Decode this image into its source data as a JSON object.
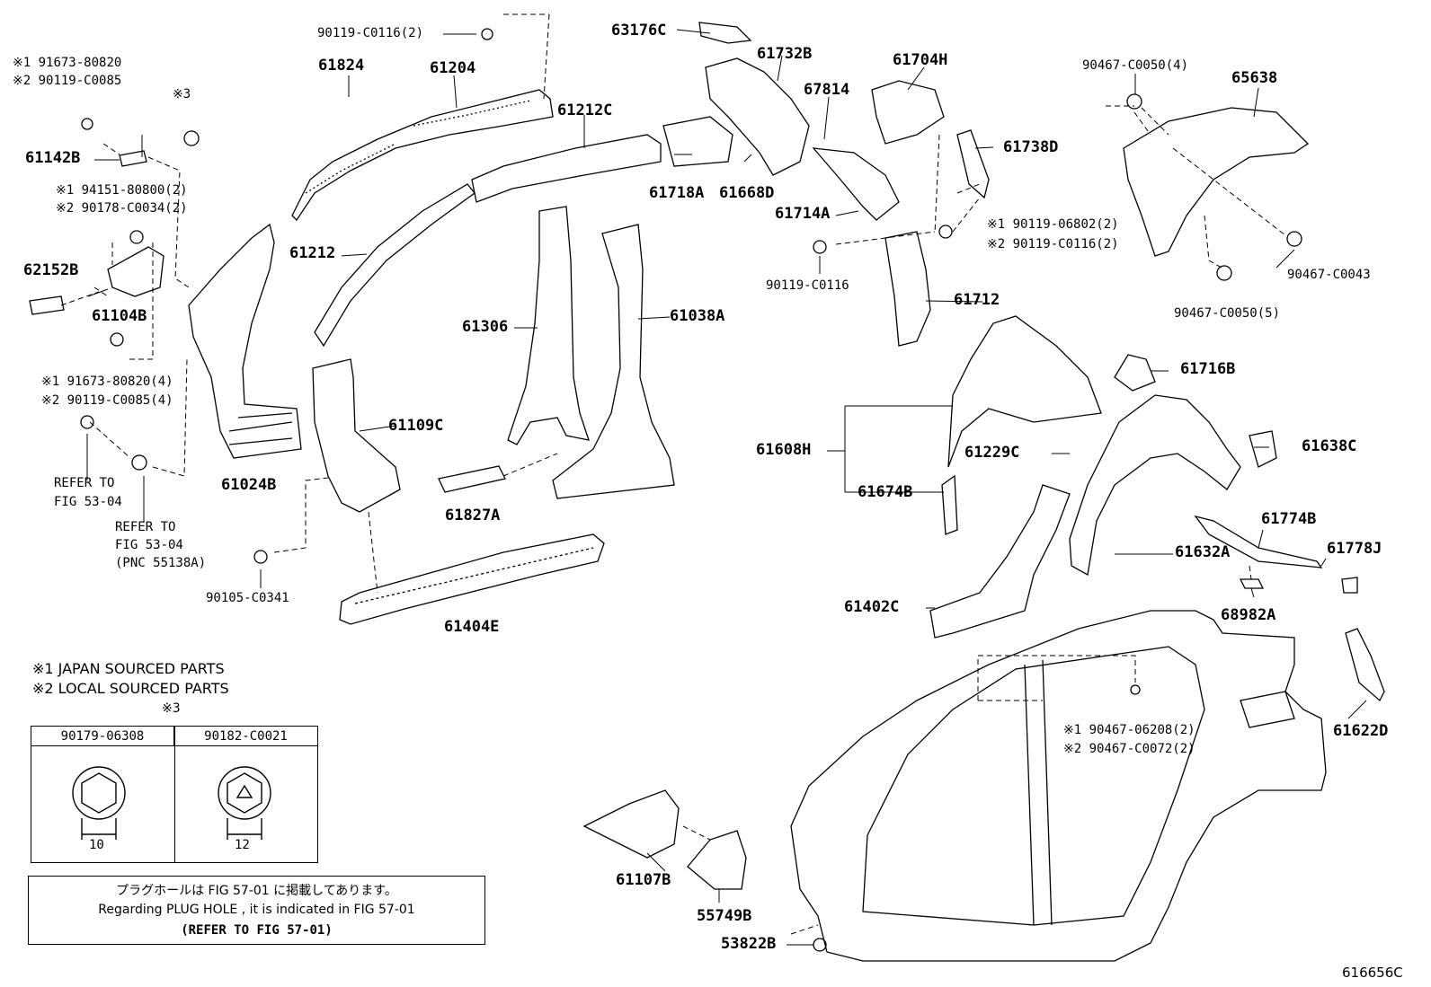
{
  "figure_code": "616656C",
  "labels": {
    "p90119_c0116_2": "90119-C0116(2)",
    "p63176c": "63176C",
    "p61824": "61824",
    "p61204": "61204",
    "p61732b": "61732B",
    "p61704h": "61704H",
    "p90467_c0050_4": "90467-C0050(4)",
    "p65638": "65638",
    "p91673_80820": "※1 91673-80820",
    "p90119_c0085": "※2 90119-C0085",
    "p_mark3": "※3",
    "p61142b": "61142B",
    "p61212c": "61212C",
    "p67814": "67814",
    "p61738d": "61738D",
    "p61718a": "61718A",
    "p61668d": "61668D",
    "p94151_80800": "※1 94151-80800(2)",
    "p90178_c0034": "※2 90178-C0034(2)",
    "p61714a": "61714A",
    "p90119_06802": "※1 90119-06802(2)",
    "p90119_c0116_2b": "※2 90119-C0116(2)",
    "p62152b": "62152B",
    "p61212": "61212",
    "p90119_c0116": "90119-C0116",
    "p90467_c0043": "90467-C0043",
    "p61104b": "61104B",
    "p61712": "61712",
    "p90467_c0050_5": "90467-C0050(5)",
    "p61306": "61306",
    "p61038a": "61038A",
    "p91673_80820_4": "※1 91673-80820(4)",
    "p90119_c0085_4": "※2 90119-C0085(4)",
    "p61716b": "61716B",
    "p61109c": "61109C",
    "p61608h": "61608H",
    "p61229c": "61229C",
    "p61638c": "61638C",
    "p61024b": "61024B",
    "p61674b": "61674B",
    "p61827a": "61827A",
    "p61774b": "61774B",
    "p61632a": "61632A",
    "p61778j": "61778J",
    "p61402c": "61402C",
    "p68982a": "68982A",
    "p90105_c0341": "90105-C0341",
    "p61404e": "61404E",
    "p90467_06208": "※1 90467-06208(2)",
    "p90467_c0072": "※2 90467-C0072(2)",
    "p61622d": "61622D",
    "p61107b": "61107B",
    "p55749b": "55749B",
    "p53822b": "53822B",
    "refer1_line1": "REFER TO",
    "refer1_line2": "FIG 53-04",
    "refer2_line1": "REFER TO",
    "refer2_line2": "FIG 53-04",
    "refer2_line3": "(PNC 55138A)"
  },
  "legend": {
    "note1": "※1 JAPAN SOURCED PARTS",
    "note2": "※2 LOCAL SOURCED PARTS",
    "mark3": "※3"
  },
  "nut_table": {
    "left_part": "90179-06308",
    "right_part": "90182-C0021",
    "left_size": "10",
    "right_size": "12"
  },
  "plug_hole_note": {
    "line_ja": "プラグホールは FIG 57-01 に掲載してあります。",
    "line_en": "Regarding PLUG HOLE , it is indicated in FIG 57-01",
    "line_ref": "(REFER TO FIG 57-01)"
  }
}
